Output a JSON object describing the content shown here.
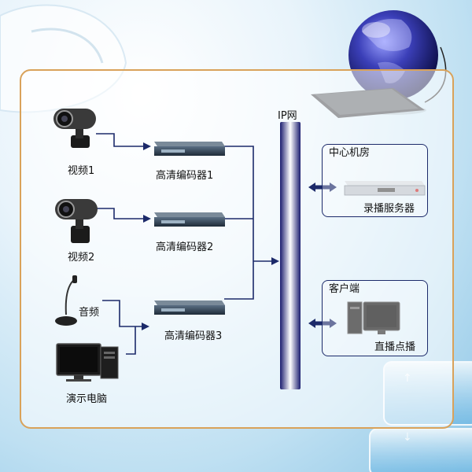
{
  "network": {
    "label": "IP网"
  },
  "inputs": {
    "video1": "视频1",
    "video2": "视频2",
    "audio": "音频",
    "pc": "演示电脑"
  },
  "encoders": [
    "高清编码器1",
    "高清编码器2",
    "高清编码器3"
  ],
  "center": {
    "title": "中心机房",
    "device": "录播服务器"
  },
  "client": {
    "title": "客户端",
    "device": "直播点播"
  },
  "colors": {
    "line": "#1c2a6a",
    "border": "#d9a25a",
    "bus": "#2b2f8a"
  }
}
